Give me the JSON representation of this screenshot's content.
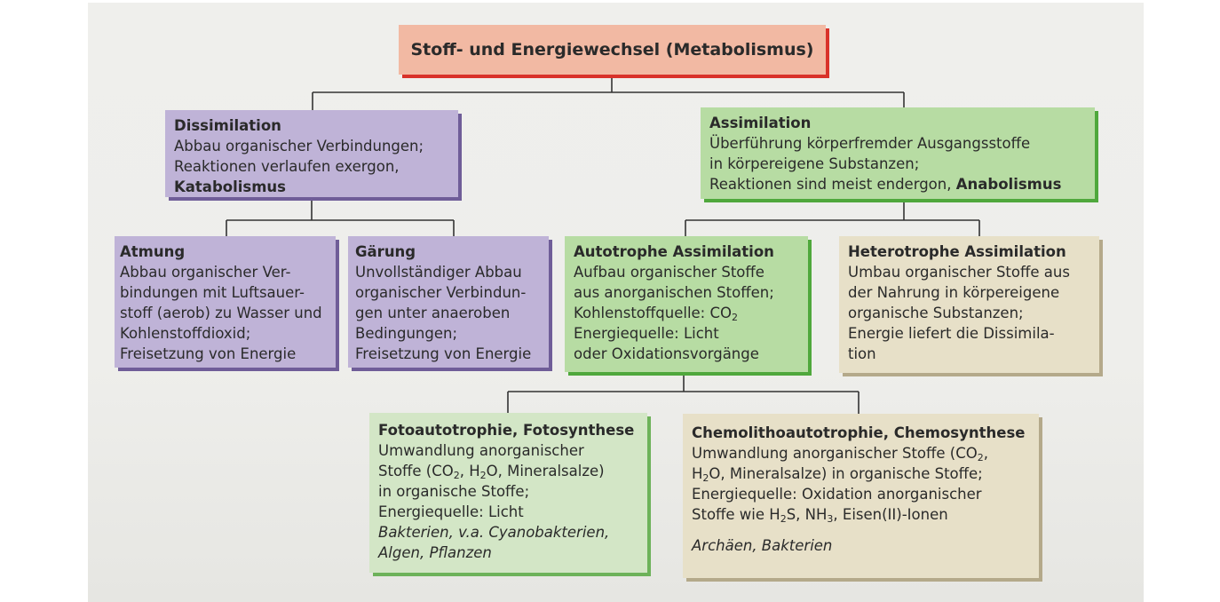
{
  "root": {
    "title": "Stoff- und Energiewechsel (Metabolismus)"
  },
  "dissimilation": {
    "title": "Dissimilation",
    "line1": "Abbau organischer Verbindungen;",
    "line2": "Reaktionen verlaufen exergon,",
    "line3_bold": "Katabolismus"
  },
  "assimilation": {
    "title": "Assimilation",
    "line1": "Überführung körperfremder Ausgangsstoffe",
    "line2": "in körpereigene Substanzen;",
    "line3": "Reaktionen sind meist endergon, ",
    "line3_bold": "Anabolismus"
  },
  "atmung": {
    "title": "Atmung",
    "lines": [
      "Abbau organischer Ver-",
      "bindungen mit Luftsauer-",
      "stoff (aerob) zu Wasser und",
      "Kohlenstoffdioxid;",
      "Freisetzung von Energie"
    ]
  },
  "gaerung": {
    "title": "Gärung",
    "lines": [
      "Unvollständiger Abbau",
      "organischer Verbindun-",
      "gen unter anaeroben",
      "Bedingungen;",
      "Freisetzung von Energie"
    ]
  },
  "autotrophe": {
    "title": "Autotrophe Assimilation",
    "line1": "Aufbau organischer Stoffe",
    "line2": "aus anorganischen Stoffen;",
    "line3_pre": "Kohlenstoffquelle: CO",
    "line3_sub": "2",
    "line4": "Energiequelle: Licht",
    "line5": "oder Oxidationsvorgänge"
  },
  "heterotrophe": {
    "title": "Heterotrophe Assimilation",
    "lines": [
      "Umbau organischer Stoffe aus",
      "der Nahrung in körpereigene",
      "organische Substanzen;",
      "Energie liefert die Dissimila-",
      "tion"
    ]
  },
  "foto": {
    "title": "Fotoautotrophie, Fotosynthese",
    "line1": "Umwandlung anorganischer",
    "line2_a": "Stoffe (CO",
    "line2_sub1": "2",
    "line2_b": ", H",
    "line2_sub2": "2",
    "line2_c": "O, Mineralsalze)",
    "line3": "in organische Stoffe;",
    "line4": "Energiequelle: Licht",
    "line5_italic": "Bakterien, v.a. Cyanobakterien,",
    "line6_italic": "Algen, Pflanzen"
  },
  "chemo": {
    "title": "Chemolithoautotrophie, Chemosynthese",
    "line1_a": "Umwandlung anorganischer Stoffe (CO",
    "line1_sub": "2",
    "line1_b": ",",
    "line2_a": "H",
    "line2_sub": "2",
    "line2_b": "O, Mineralsalze) in organische Stoffe;",
    "line3": "Energiequelle: Oxidation anorganischer",
    "line4_a": "Stoffe wie H",
    "line4_sub1": "2",
    "line4_b": "S, NH",
    "line4_sub2": "3",
    "line4_c": ", Eisen(II)-Ionen",
    "line5_italic": "Archäen, Bakterien"
  },
  "colors": {
    "dissimilation": "#bfb3d7",
    "assimilation": "#b7dca3",
    "heterotrophe": "#e7e0c8",
    "root": "#f2b9a3",
    "root_shadow": "#d9322a"
  }
}
